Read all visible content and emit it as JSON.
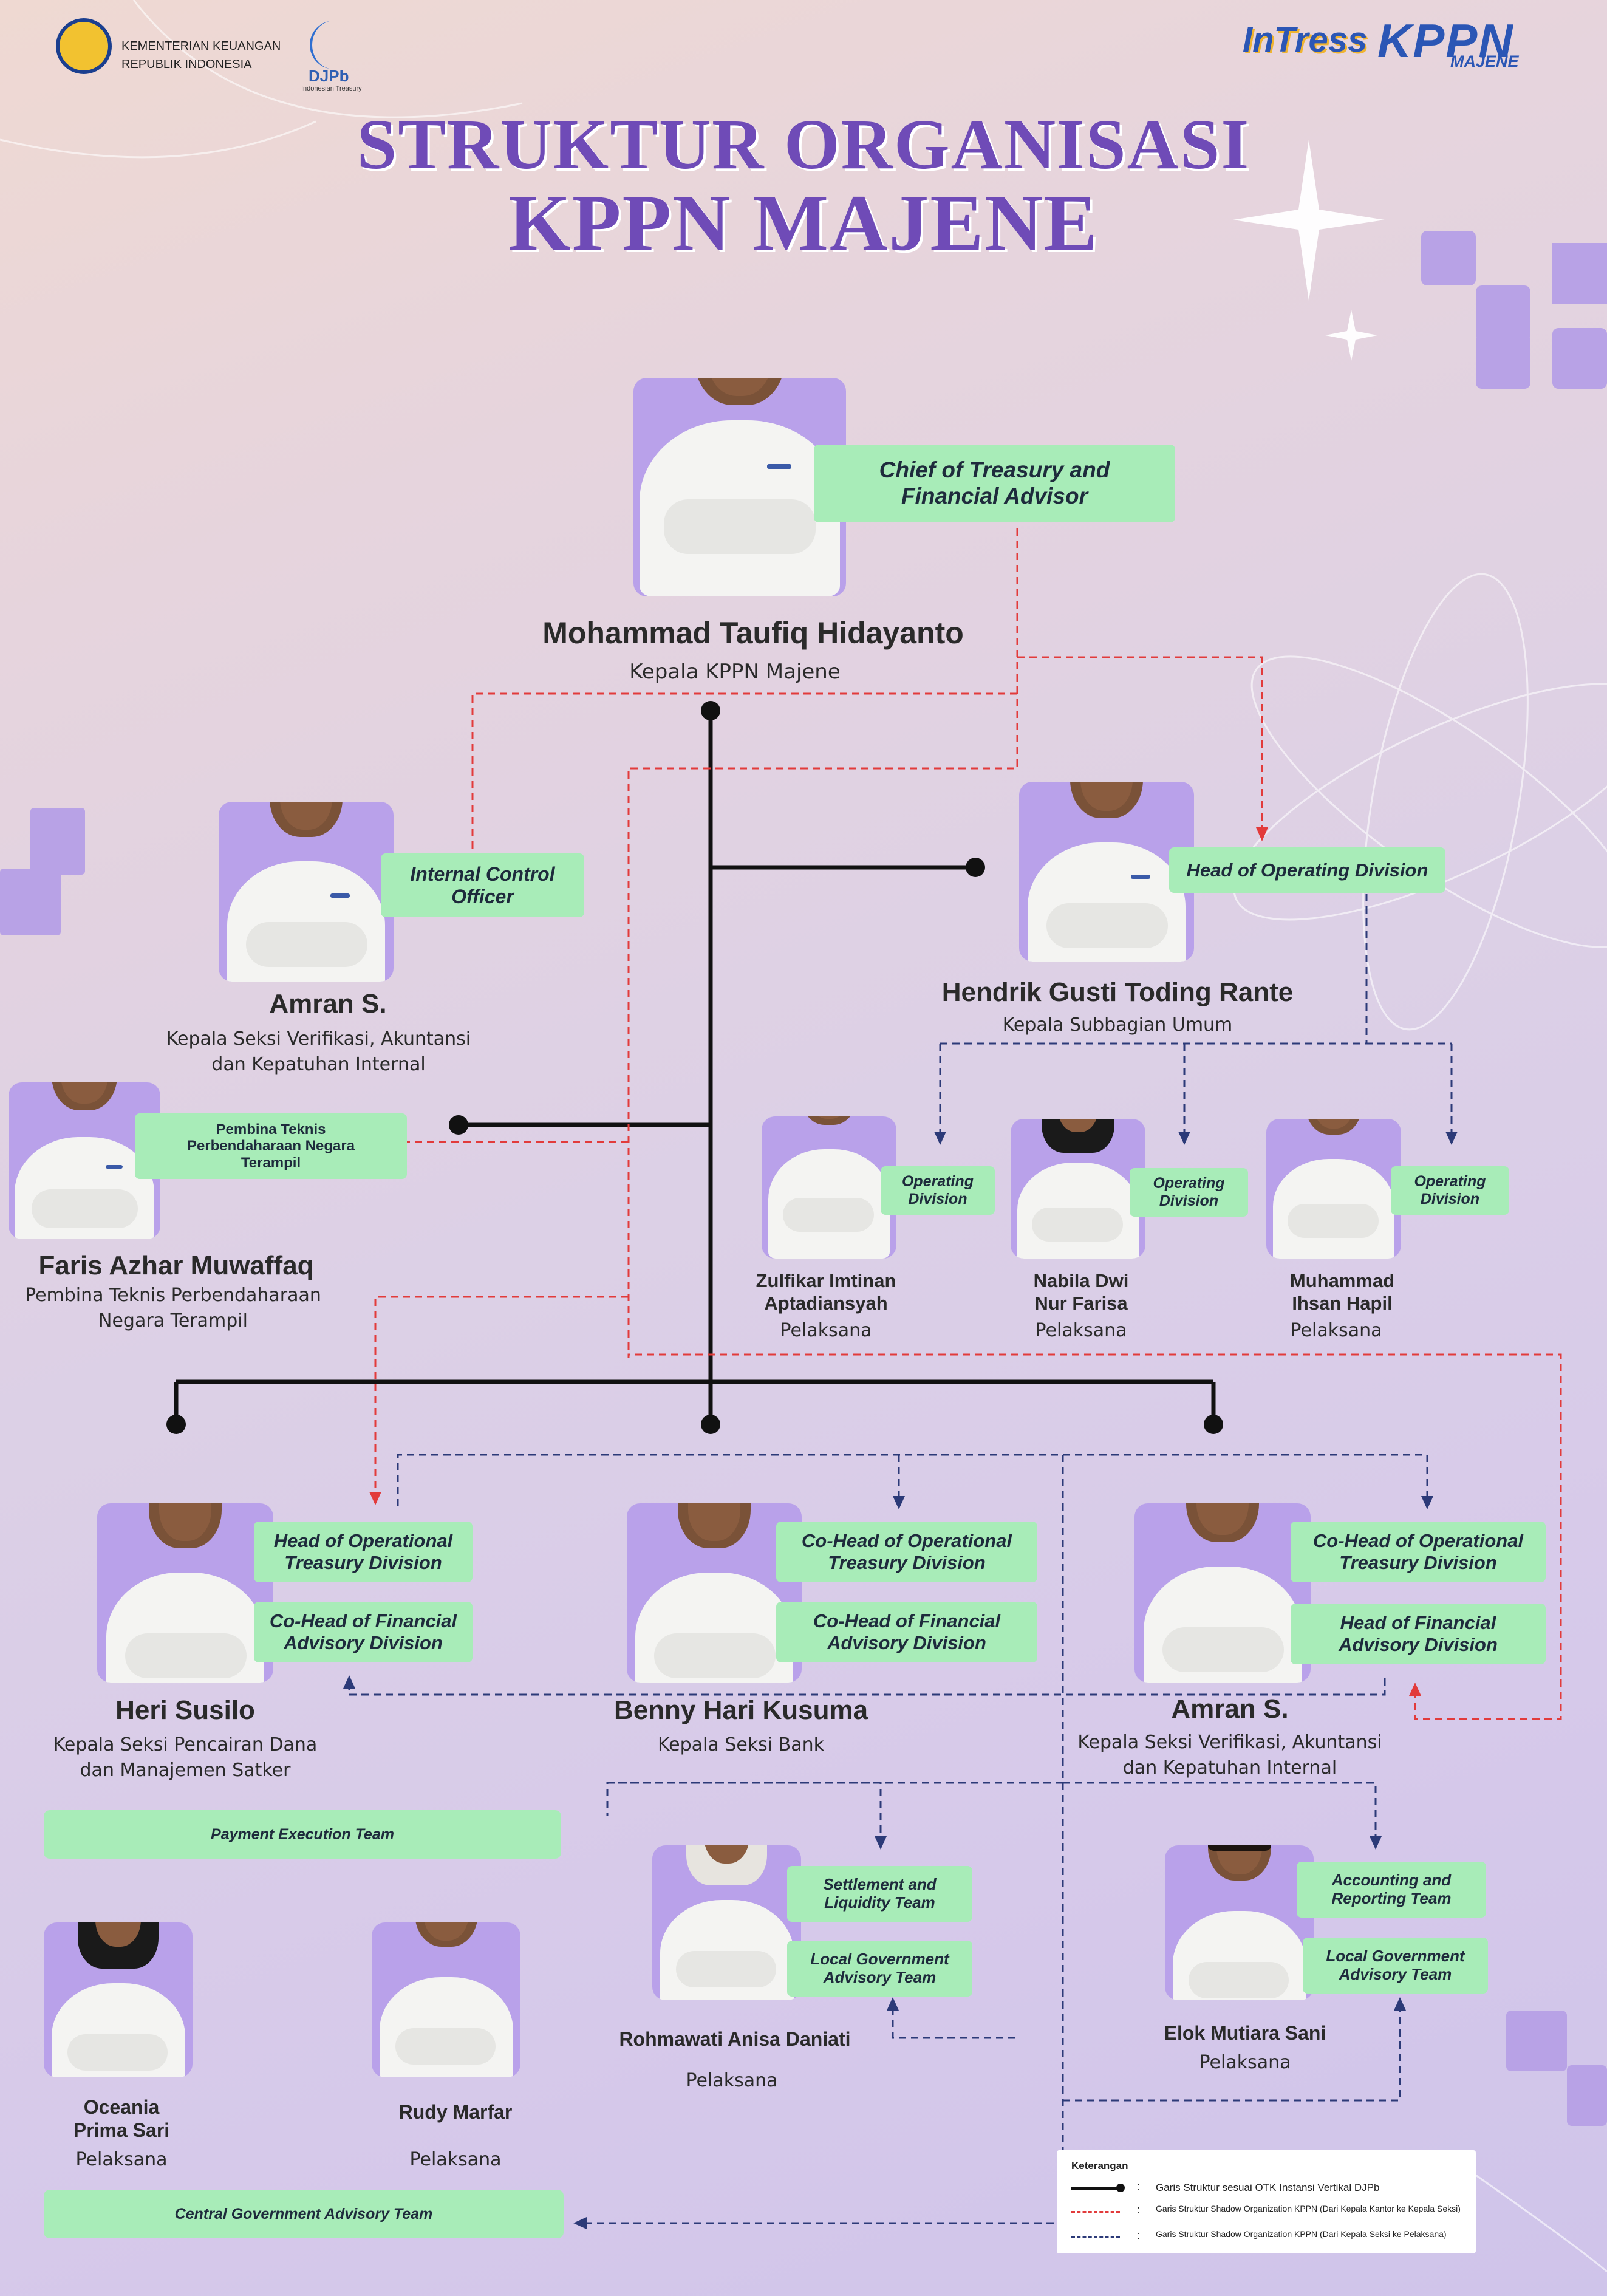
{
  "header": {
    "ministry_line1": "KEMENTERIAN KEUANGAN",
    "ministry_line2": "REPUBLIK INDONESIA",
    "djpb_logo": "DJPb",
    "djpb_sub": "Indonesian Treasury",
    "intress_logo": "InTress",
    "kppn_logo": "KPPN",
    "kppn_sub": "MAJENE"
  },
  "title": {
    "line1": "STRUKTUR ORGANISASI",
    "line2": "KPPN MAJENE"
  },
  "people": {
    "head": {
      "name": "Mohammad Taufiq Hidayanto",
      "position": "Kepala KPPN Majene",
      "role": "Chief of Treasury and\nFinancial Advisor"
    },
    "amran_top": {
      "name": "Amran S.",
      "position": "Kepala Seksi Verifikasi, Akuntansi\ndan Kepatuhan Internal",
      "role": "Internal Control\nOfficer"
    },
    "hendrik": {
      "name": "Hendrik Gusti Toding Rante",
      "position": "Kepala Subbagian Umum",
      "role": "Head of Operating Division"
    },
    "faris": {
      "name": "Faris Azhar Muwaffaq",
      "position": "Pembina Teknis Perbendaharaan\nNegara Terampil",
      "role": "Pembina Teknis\nPerbendaharaan Negara\nTerampil"
    },
    "zulfikar": {
      "name": "Zulfikar Imtinan\nAptadiansyah",
      "position": "Pelaksana",
      "role": "Operating\nDivision"
    },
    "nabila": {
      "name": "Nabila Dwi\nNur Farisa",
      "position": "Pelaksana",
      "role": "Operating\nDivision"
    },
    "ihsan": {
      "name": "Muhammad\nIhsan Hapil",
      "position": "Pelaksana",
      "role": "Operating\nDivision"
    },
    "heri": {
      "name": "Heri Susilo",
      "position": "Kepala Seksi Pencairan Dana\ndan Manajemen Satker",
      "role1": "Head of Operational\nTreasury Division",
      "role2": "Co-Head of Financial\nAdvisory Division"
    },
    "benny": {
      "name": "Benny Hari Kusuma",
      "position": "Kepala Seksi Bank",
      "role1": "Co-Head of Operational\nTreasury Division",
      "role2": "Co-Head of Financial\nAdvisory Division"
    },
    "amran_mid": {
      "name": "Amran S.",
      "position": "Kepala Seksi Verifikasi, Akuntansi\ndan Kepatuhan Internal",
      "role1": "Co-Head of Operational\nTreasury Division",
      "role2": "Head of Financial\nAdvisory  Division"
    },
    "rohmawati": {
      "name": "Rohmawati Anisa Daniati",
      "position": "Pelaksana",
      "role1": "Settlement  and\nLiquidity Team",
      "role2": "Local Government\nAdvisory Team"
    },
    "elok": {
      "name": "Elok Mutiara Sani",
      "position": "Pelaksana",
      "role1": "Accounting and\nReporting Team",
      "role2": "Local Government\nAdvisory Team"
    },
    "oceania": {
      "name": "Oceania\nPrima Sari",
      "position": "Pelaksana"
    },
    "rudy": {
      "name": "Rudy Marfar",
      "position": "Pelaksana"
    }
  },
  "teams": {
    "payment": "Payment Execution Team",
    "central": "Central Government Advisory Team"
  },
  "legend": {
    "title": "Keterangan",
    "item1": "Garis Struktur sesuai OTK Instansi Vertikal DJPb",
    "item2": "Garis Struktur Shadow Organization KPPN (Dari Kepala Kantor ke Kepala Seksi)",
    "item3": "Garis Struktur Shadow Organization KPPN (Dari Kepala Seksi ke Pelaksana)",
    "sep": ":"
  },
  "colors": {
    "black": "#111111",
    "red": "#e23b3b",
    "navy": "#2c3a78",
    "green": "#a8ecb8",
    "purple": "#b9a1ea",
    "title": "#6f4bb7"
  },
  "icons": [
    "ministry-emblem-icon",
    "djpb-logo-icon",
    "sparkle-icon",
    "orbit-icon"
  ]
}
